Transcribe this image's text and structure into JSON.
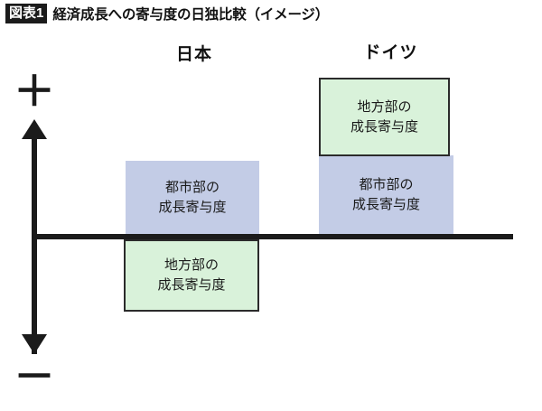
{
  "title": {
    "badge": "図表1",
    "text": "経済成長への寄与度の日独比較（イメージ）"
  },
  "axis": {
    "plus_sign": "＋",
    "minus_sign": "－",
    "up_arrow_icon": "arrow-up-icon",
    "down_arrow_icon": "arrow-down-icon"
  },
  "columns": [
    {
      "key": "japan",
      "label": "日本"
    },
    {
      "key": "germany",
      "label": "ドイツ"
    }
  ],
  "boxes": {
    "japan_urban": {
      "line1": "都市部の",
      "line2": "成長寄与度",
      "color": "#c3cce6",
      "sign": "positive"
    },
    "japan_rural": {
      "line1": "地方部の",
      "line2": "成長寄与度",
      "color": "#d9f2da",
      "sign": "negative"
    },
    "germany_urban": {
      "line1": "都市部の",
      "line2": "成長寄与度",
      "color": "#c3cce6",
      "sign": "positive"
    },
    "germany_rural": {
      "line1": "地方部の",
      "line2": "成長寄与度",
      "color": "#d9f2da",
      "sign": "positive"
    }
  },
  "chart_data": {
    "type": "bar",
    "title": "経済成長への寄与度の日独比較（イメージ）",
    "subtitle": "",
    "xlabel": "",
    "ylabel": "",
    "categories": [
      "日本",
      "ドイツ"
    ],
    "series": [
      {
        "name": "都市部の成長寄与度",
        "values": [
          1.0,
          1.08
        ],
        "color": "#c3cce6"
      },
      {
        "name": "地方部の成長寄与度",
        "values": [
          -1.0,
          1.08
        ],
        "color": "#d9f2da"
      }
    ],
    "stacked": true,
    "ylim": [
      -1.5,
      2.2
    ],
    "grid": false,
    "legend": "none",
    "annotations": [
      "＋",
      "－"
    ]
  }
}
